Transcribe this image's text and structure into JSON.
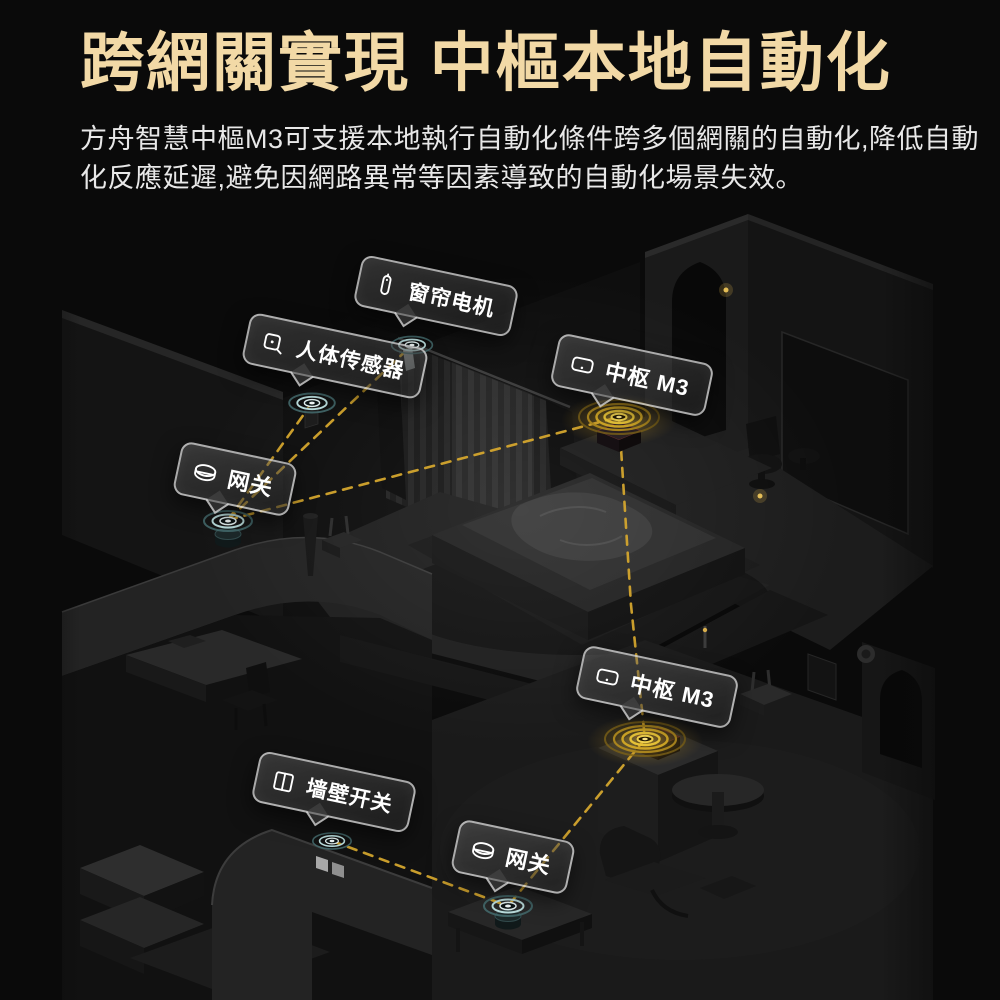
{
  "header": {
    "title": "跨網關實現 中樞本地自動化",
    "title_color": "#f2d9a6",
    "description_line1": "方舟智慧中樞M3可支援本地執行自動化條件跨多個網關的自動化,降低自動",
    "description_line2": "化反應延遲,避免因網路異常等因素導致的自動化場景失效。"
  },
  "diagram": {
    "accent_gold": "#d4a62e",
    "ring_teal": "#b9dcdc",
    "labels": [
      {
        "id": "curtain-motor",
        "text": "窗帘电机",
        "icon": "curtain-motor-icon"
      },
      {
        "id": "body-sensor",
        "text": "人体传感器",
        "icon": "human-sensor-icon"
      },
      {
        "id": "hub-m3-upper",
        "text": "中枢 M3",
        "icon": "hub-icon"
      },
      {
        "id": "gateway-upper",
        "text": "网关",
        "icon": "gateway-icon"
      },
      {
        "id": "hub-m3-lower",
        "text": "中枢 M3",
        "icon": "hub-icon"
      },
      {
        "id": "wall-switch",
        "text": "墙壁开关",
        "icon": "wall-switch-icon"
      },
      {
        "id": "gateway-lower",
        "text": "网关",
        "icon": "gateway-icon"
      }
    ],
    "connections": [
      {
        "from": "gateway-upper",
        "to": "body-sensor"
      },
      {
        "from": "gateway-upper",
        "to": "curtain-motor"
      },
      {
        "from": "gateway-upper",
        "to": "hub-m3-upper"
      },
      {
        "from": "hub-m3-upper",
        "to": "hub-m3-lower"
      },
      {
        "from": "hub-m3-lower",
        "to": "gateway-lower"
      },
      {
        "from": "wall-switch",
        "to": "gateway-lower"
      }
    ]
  }
}
